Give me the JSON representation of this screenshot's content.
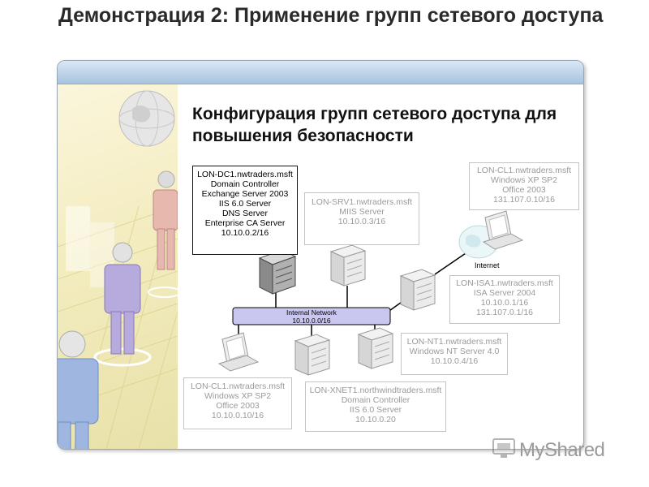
{
  "title": "Демонстрация 2: Применение групп сетевого доступа",
  "subtitle": "Конфигурация групп сетевого доступа для повышения безопасности",
  "network": {
    "name": "Internal Network",
    "address": "10.10.0.0/16"
  },
  "internet_label": "Internet",
  "servers": {
    "lon_dc1": [
      "LON-DC1.nwtraders.msft",
      "Domain Controller",
      "Exchange Server 2003",
      "IIS 6.0 Server",
      "DNS Server",
      "Enterprise CA Server",
      "10.10.0.2/16"
    ],
    "lon_srv1": [
      "LON-SRV1.nwtraders.msft",
      "MIIS Server",
      "10.10.0.3/16"
    ],
    "lon_cl1_external": [
      "LON-CL1.nwtraders.msft",
      "Windows XP SP2",
      "Office 2003",
      "131.107.0.10/16"
    ],
    "lon_isa1": [
      "LON-ISA1.nwtraders.msft",
      "ISA Server 2004",
      "10.10.0.1/16",
      "131.107.0.1/16"
    ],
    "lon_nt1": [
      "LON-NT1.nwtraders.msft",
      "Windows NT Server 4.0",
      "10.10.0.4/16"
    ],
    "lon_cl1_internal": [
      "LON-CL1.nwtraders.msft",
      "Windows XP SP2",
      "Office 2003",
      "10.10.0.10/16"
    ],
    "lon_xnet1": [
      "LON-XNET1.northwindtraders.msft",
      "Domain Controller",
      "IIS 6.0 Server",
      "10.10.0.20"
    ]
  },
  "watermark": "MyShared",
  "colors": {
    "header_bar": "#b5cde6",
    "left_panel": "#f3ecbf",
    "network_bar": "#c9c6ef",
    "dim_text": "#9a9a9a"
  }
}
